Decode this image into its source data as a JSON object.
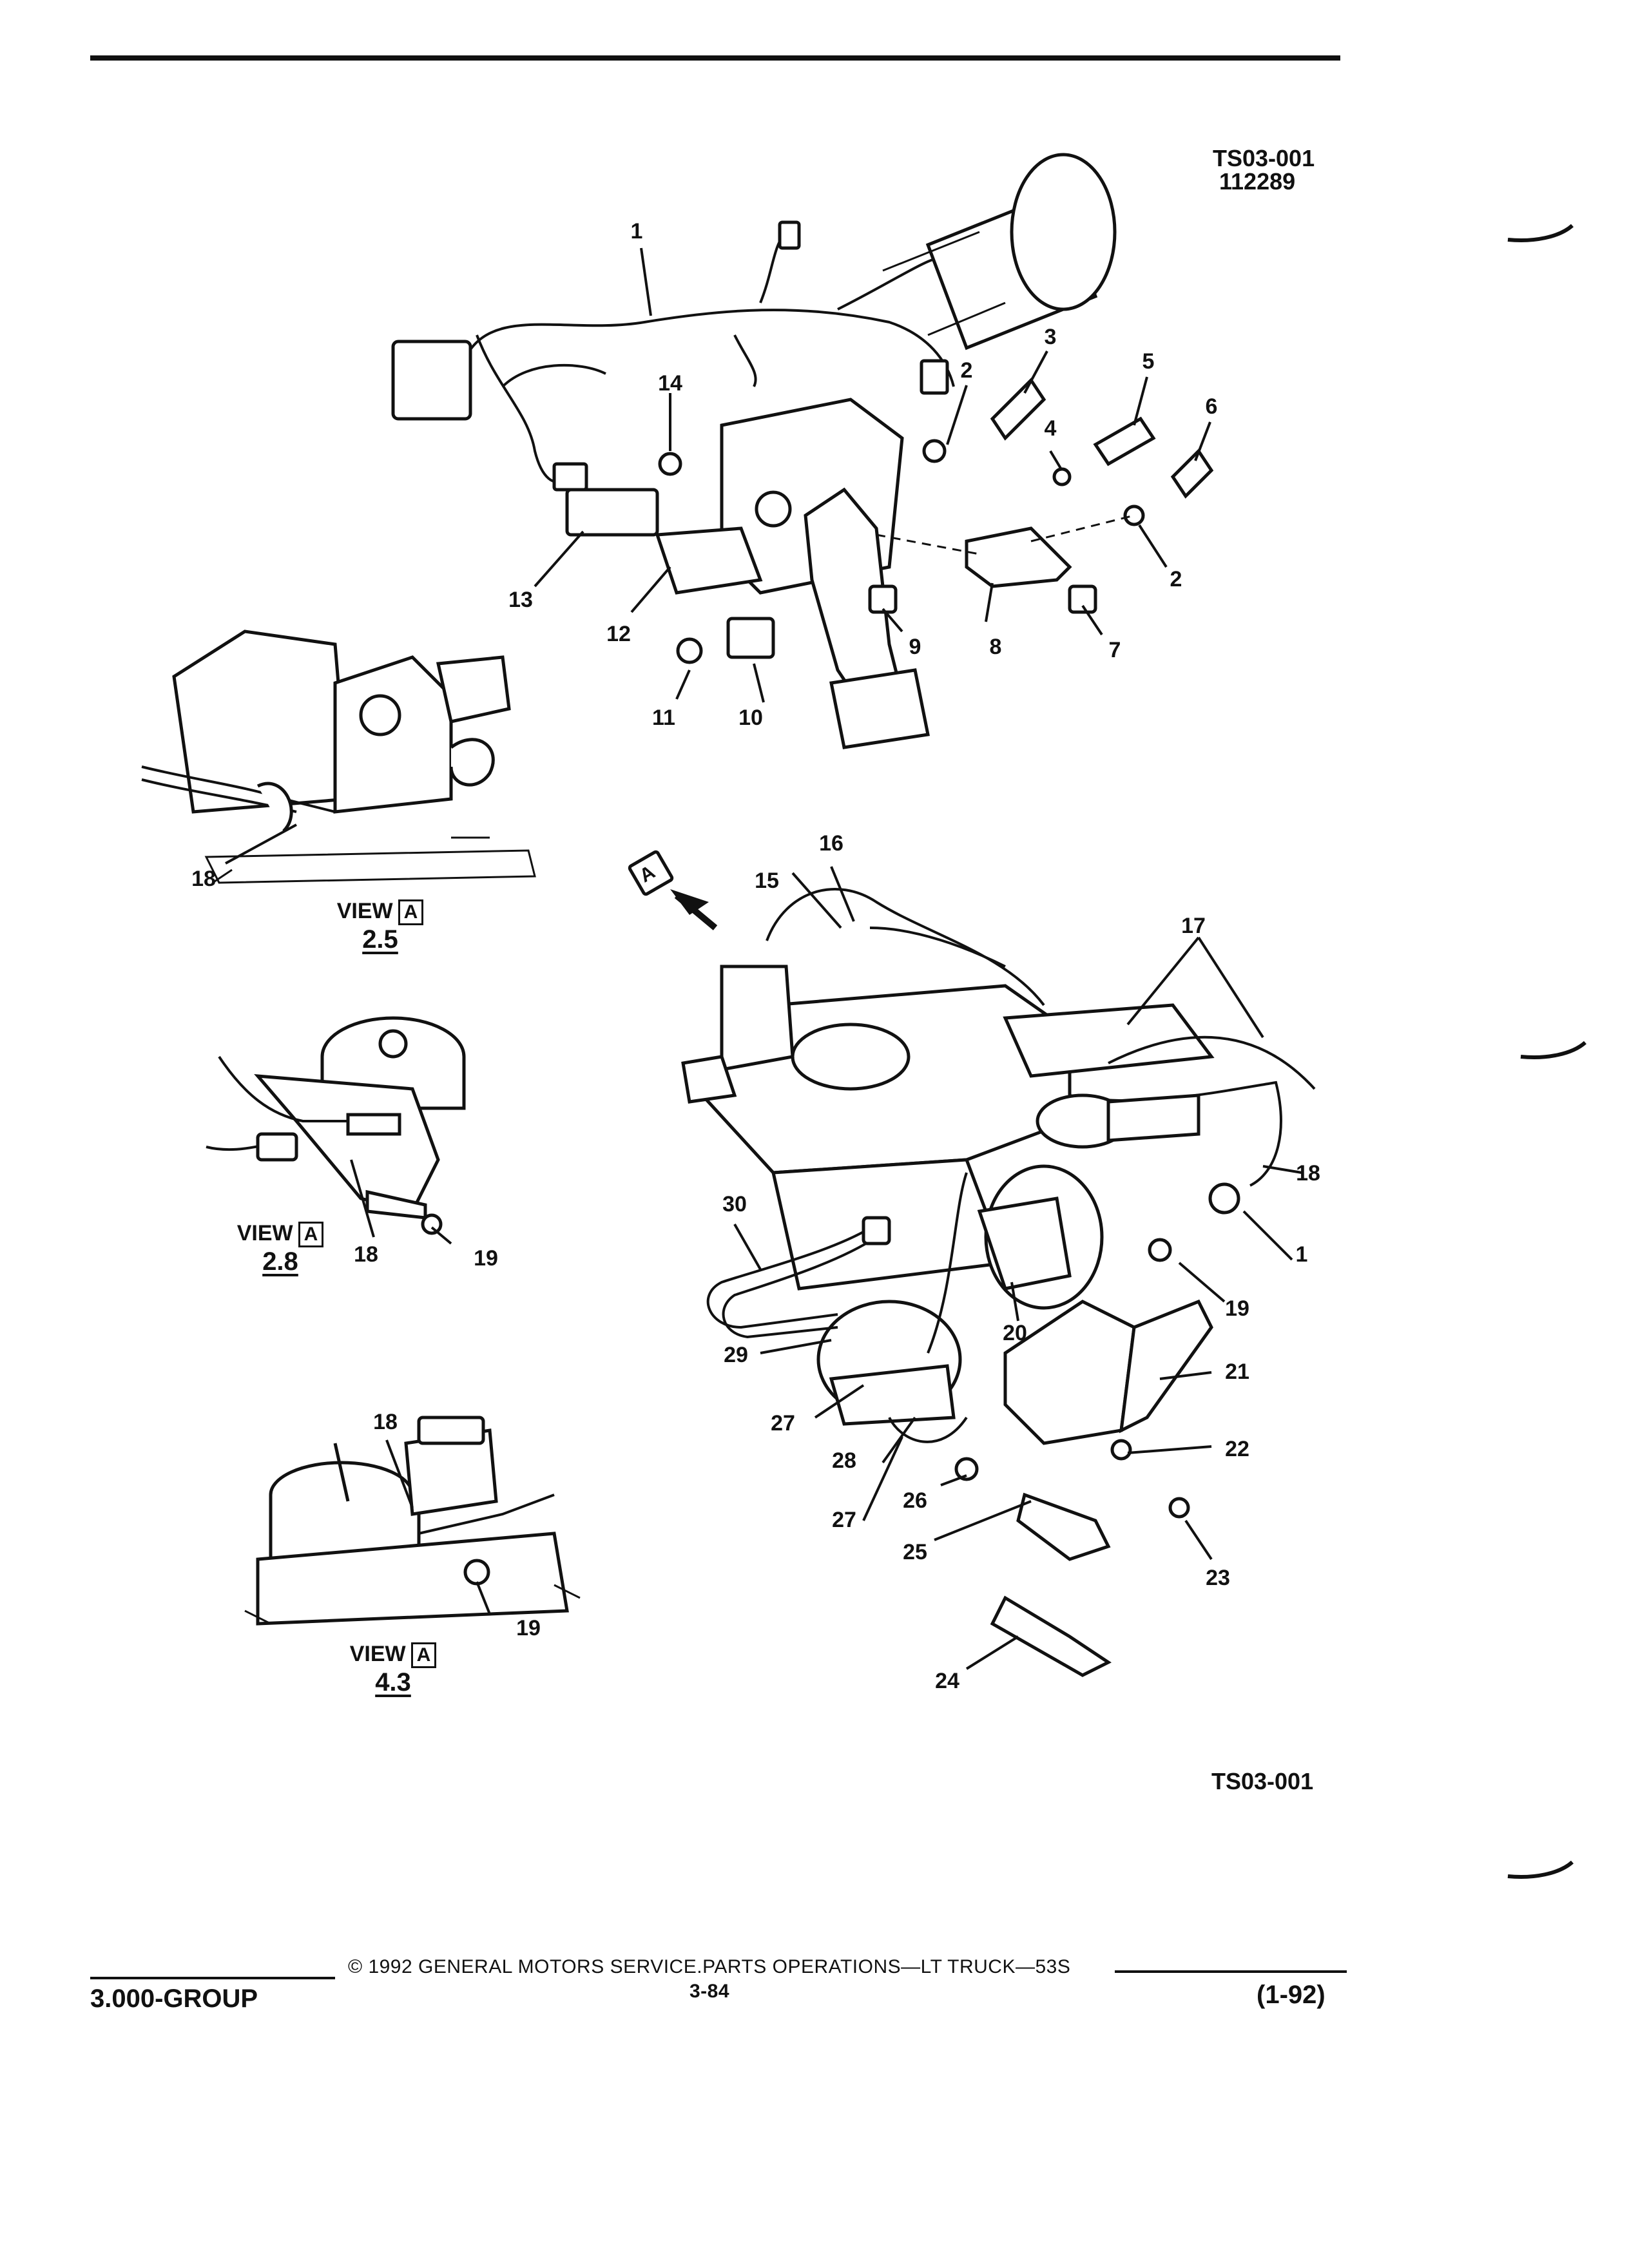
{
  "header": {
    "code_top": "TS03-001",
    "code_date": "112289"
  },
  "callouts": [
    "1",
    "2",
    "3",
    "4",
    "5",
    "6",
    "2",
    "7",
    "8",
    "9",
    "10",
    "11",
    "12",
    "13",
    "14",
    "15",
    "16",
    "17",
    "18",
    "1",
    "19",
    "20",
    "21",
    "22",
    "23",
    "24",
    "25",
    "26",
    "27",
    "28",
    "27",
    "29",
    "30",
    "18",
    "18",
    "19",
    "18",
    "19"
  ],
  "views": [
    {
      "view_word": "VIEW",
      "view_letter": "A",
      "view_number": "2.5"
    },
    {
      "view_word": "VIEW",
      "view_letter": "A",
      "view_number": "2.8"
    },
    {
      "view_word": "VIEW",
      "view_letter": "A",
      "view_number": "4.3"
    }
  ],
  "arrow_label": "A",
  "code_bottom": "TS03-001",
  "footer": {
    "copyright": "© 1992 GENERAL MOTORS SERVICE.PARTS OPERATIONS—LT TRUCK—53S",
    "group": "3.000-GROUP",
    "page": "3-84",
    "date": "(1-92)"
  }
}
